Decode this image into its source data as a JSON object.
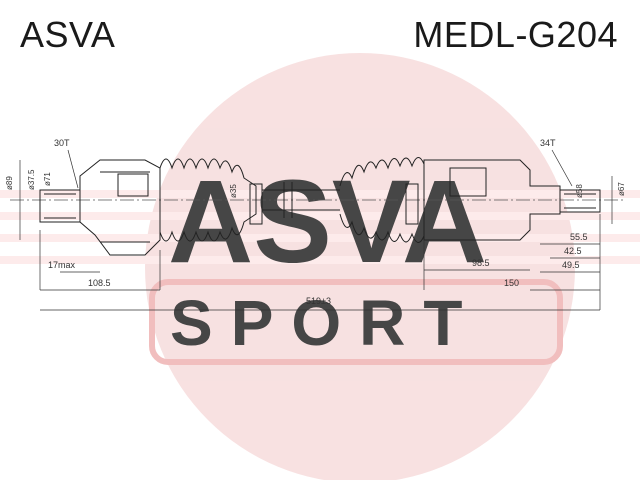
{
  "header": {
    "brand": "ASVA",
    "part_number": "MEDL-G204"
  },
  "watermark": {
    "logo": "ASVA",
    "sub": "SPORT",
    "color": "#f3c9c9"
  },
  "drawing": {
    "callouts": {
      "left_spline": "30T",
      "right_spline": "34T"
    },
    "diameters": {
      "outer_left": "ø89",
      "seal_left": "ø37.5",
      "inner_left": "ø71",
      "shaft": "ø35",
      "right_seal": "ø58",
      "outer_right": "ø67"
    },
    "dims": {
      "left_len": "108.5",
      "left_max": "17max",
      "total": "519±3",
      "mid": "98.5",
      "right_len": "150",
      "r1": "55.5",
      "r2": "42.5",
      "r3": "49.5"
    }
  }
}
